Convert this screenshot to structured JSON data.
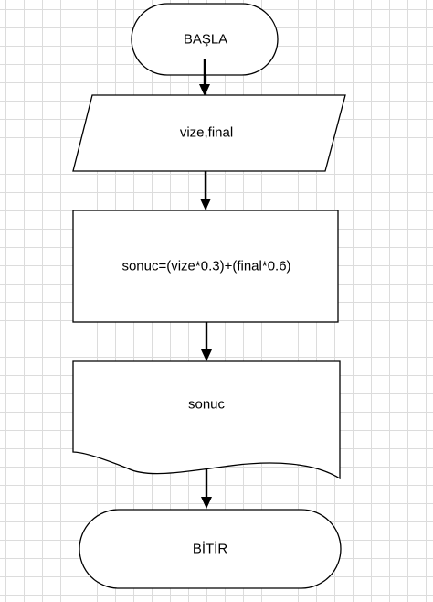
{
  "flowchart": {
    "start": {
      "label": "BAŞLA"
    },
    "input": {
      "label": "vize,final"
    },
    "process": {
      "label": "sonuc=(vize*0.3)+(final*0.6)"
    },
    "output": {
      "label": "sonuc"
    },
    "end": {
      "label": "BİTİR"
    }
  },
  "colors": {
    "stroke": "#000000",
    "fill": "#ffffff",
    "grid": "#dcdcdc"
  }
}
